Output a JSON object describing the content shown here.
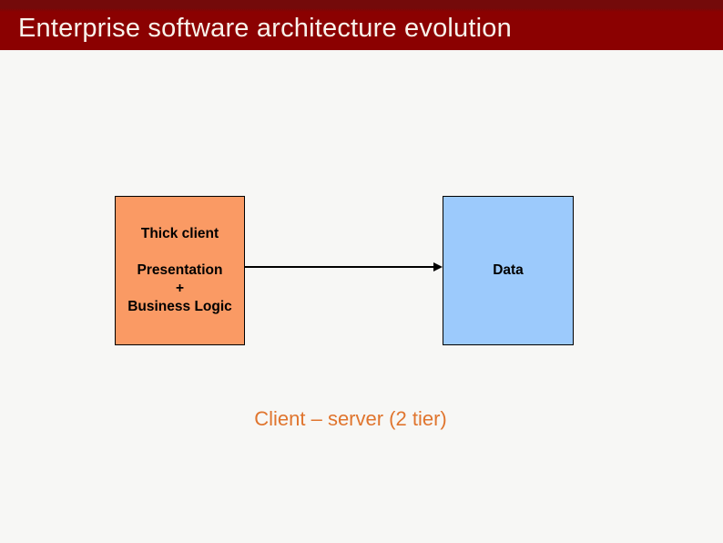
{
  "slide": {
    "title": "Enterprise software architecture evolution",
    "caption": "Client – server (2 tier)"
  },
  "diagram": {
    "client_box": {
      "heading": "Thick client",
      "body_lines": [
        "Presentation",
        "+",
        "Business Logic"
      ],
      "fill": "#FA9A64",
      "border": "#000000",
      "text_color": "#000000"
    },
    "server_box": {
      "label": "Data",
      "fill": "#9CCAFC",
      "border": "#000000",
      "text_color": "#000000"
    },
    "connector": {
      "type": "arrow",
      "direction": "left-to-right",
      "color": "#000000"
    }
  },
  "colors": {
    "title_bar": "#8B0101",
    "title_bar_top_strip": "#740A0A",
    "title_text": "#F8F2EB",
    "caption_text": "#E0752E",
    "background": "#F7F7F5"
  }
}
